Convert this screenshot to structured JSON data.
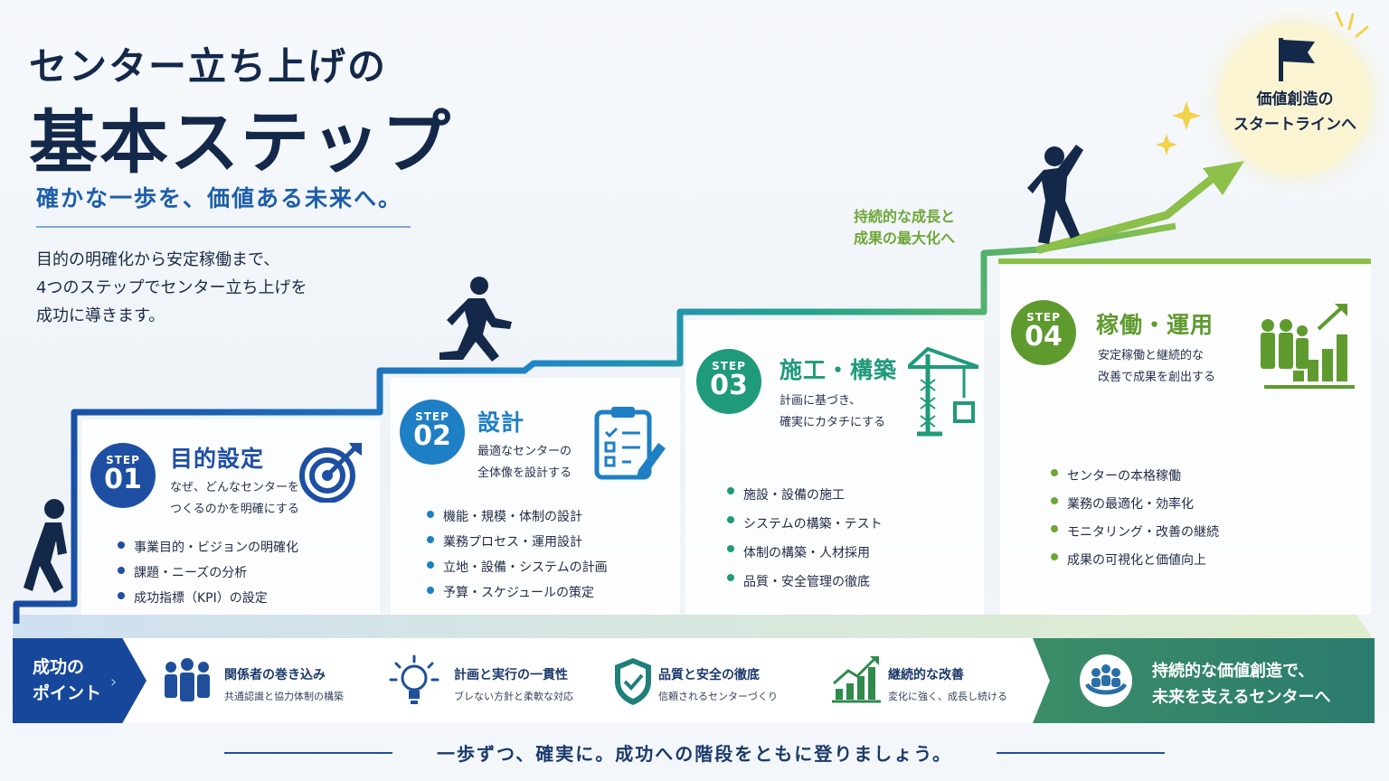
{
  "heading": {
    "line1": "センター立ち上げの",
    "line2": "基本ステップ",
    "tagline": "確かな一歩を、価値ある未来へ。",
    "intro": [
      "目的の明確化から安定稼働まで、",
      "4つのステップでセンター立ち上げを",
      "成功に導きます。"
    ]
  },
  "goal": {
    "lines": [
      "価値創造の",
      "スタートラインへ"
    ]
  },
  "growth_label": [
    "持続的な成長と",
    "成果の最大化へ"
  ],
  "steps": [
    {
      "step": "STEP",
      "num": "01",
      "title": "目的設定",
      "desc": [
        "なぜ、どんなセンターを",
        "つくるのかを明確にする"
      ],
      "bullets": [
        "事業目的・ビジョンの明確化",
        "課題・ニーズの分析",
        "成功指標（KPI）の設定"
      ],
      "color": "#1e4fa3",
      "icon": "target-icon"
    },
    {
      "step": "STEP",
      "num": "02",
      "title": "設計",
      "desc": [
        "最適なセンターの",
        "全体像を設計する"
      ],
      "bullets": [
        "機能・規模・体制の設計",
        "業務プロセス・運用設計",
        "立地・設備・システムの計画",
        "予算・スケジュールの策定"
      ],
      "color": "#1f7fc4",
      "icon": "clipboard-icon"
    },
    {
      "step": "STEP",
      "num": "03",
      "title": "施工・構築",
      "desc": [
        "計画に基づき、",
        "確実にカタチにする"
      ],
      "bullets": [
        "施設・設備の施工",
        "システムの構築・テスト",
        "体制の構築・人材採用",
        "品質・安全管理の徹底"
      ],
      "color": "#1f9a7a",
      "icon": "crane-icon"
    },
    {
      "step": "STEP",
      "num": "04",
      "title": "稼働・運用",
      "desc": [
        "安定稼働と継続的な",
        "改善で成果を創出する"
      ],
      "bullets": [
        "センターの本格稼働",
        "業務の最適化・効率化",
        "モニタリング・改善の継続",
        "成果の可視化と価値向上"
      ],
      "color": "#5f9a2f",
      "icon": "growth-chart-icon"
    }
  ],
  "points": {
    "label": [
      "成功の",
      "ポイント"
    ],
    "items": [
      {
        "title": "関係者の巻き込み",
        "sub": "共通認識と協力体制の構築",
        "icon": "people-icon"
      },
      {
        "title": "計画と実行の一貫性",
        "sub": "ブレない方針と柔軟な対応",
        "icon": "lightbulb-icon"
      },
      {
        "title": "品質と安全の徹底",
        "sub": "信頼されるセンターづくり",
        "icon": "shield-check-icon"
      },
      {
        "title": "継続的な改善",
        "sub": "変化に強く、成長し続ける",
        "icon": "bar-chart-icon"
      }
    ],
    "final": [
      "持続的な価値創造で、",
      "未来を支えるセンターへ"
    ]
  },
  "footer": "一歩ずつ、確実に。成功への階段をともに登りましょう。"
}
